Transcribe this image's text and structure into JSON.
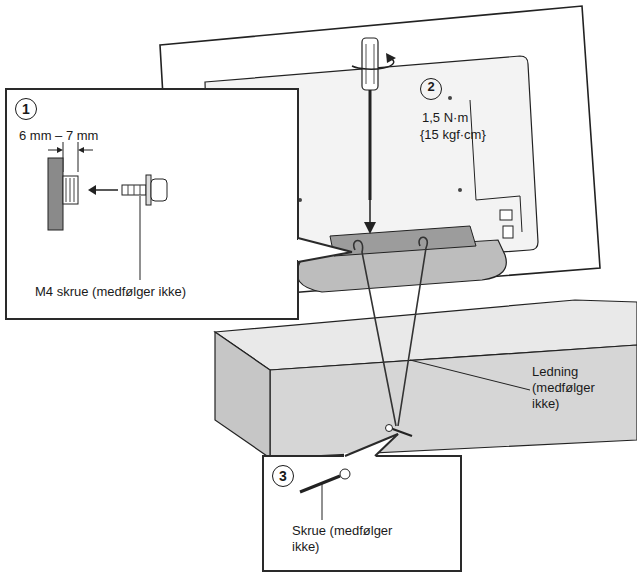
{
  "diagram": {
    "nodes": [
      {
        "text": [
          "1",
          "6 mm – 7 mm",
          "M4 skrue (medfølger ikke)"
        ]
      },
      {
        "text": [
          "3",
          "Skrue (medfølger ikke)"
        ]
      }
    ],
    "labels": [
      "2",
      "1,5 N·m",
      "{15 kgf·cm}",
      "Ledning (medfølger ikke)"
    ]
  }
}
